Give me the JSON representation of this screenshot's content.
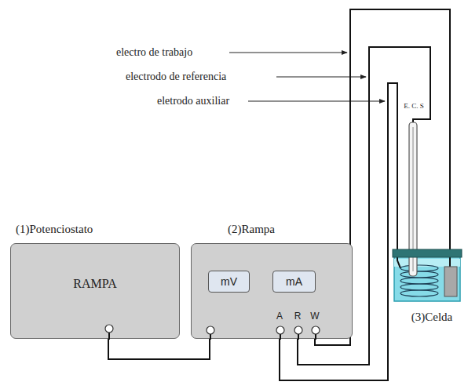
{
  "diagram": {
    "nodes": [
      {
        "text": [
          "(1)Potenciostato",
          "RAMPA"
        ]
      },
      {
        "text": [
          "(2)Rampa"
        ]
      },
      {
        "text": [
          "mV"
        ],
        "in": 1
      },
      {
        "text": [
          "mA"
        ],
        "in": 1
      },
      {
        "text": [
          "(3)Celda"
        ]
      }
    ],
    "edges": [
      {
        "from": 0,
        "to": 1,
        "arrow": "none"
      },
      {
        "from": 1,
        "to": 4,
        "arrow": "none"
      },
      {
        "from": 1,
        "to": 4,
        "arrow": "none"
      },
      {
        "from": 1,
        "to": 4,
        "arrow": "none"
      }
    ],
    "labels": [
      "electro de trabajo",
      "electrodo de referencia",
      "eletrodo auxiliar",
      "E. C. S",
      "A",
      "R",
      "W"
    ]
  }
}
